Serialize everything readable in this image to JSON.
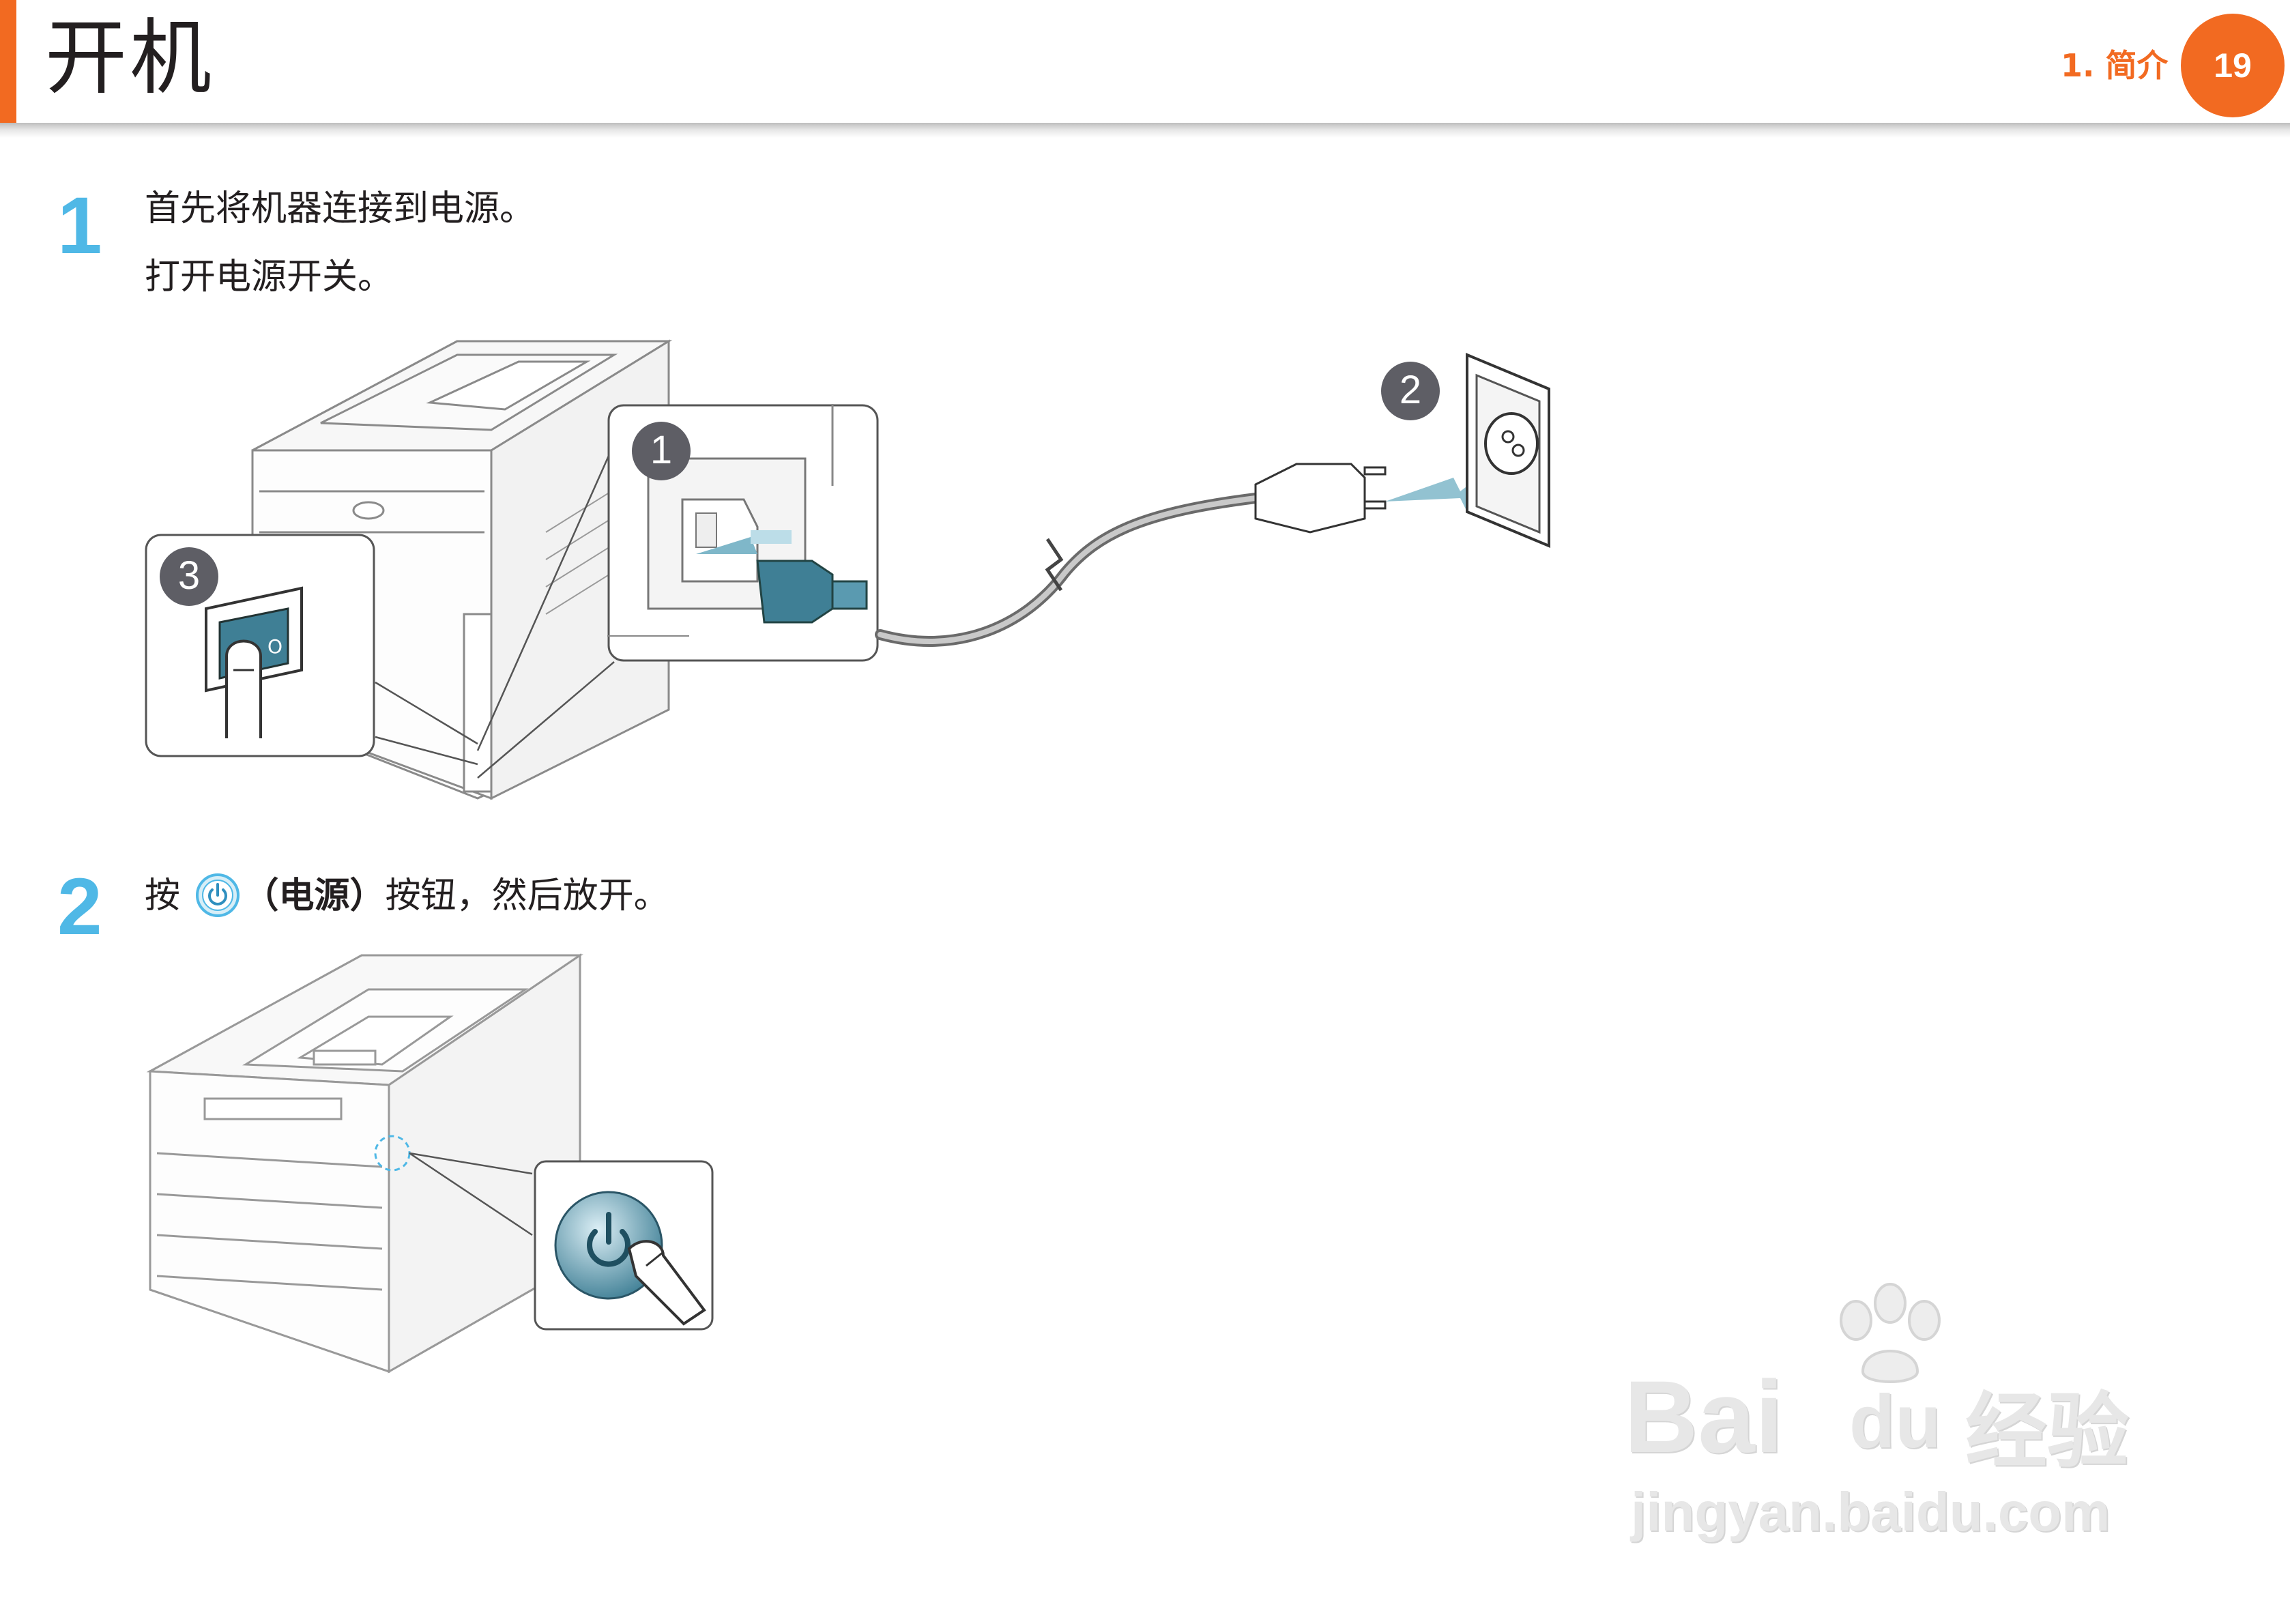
{
  "header": {
    "title": "开机",
    "chapter": "1. 简介",
    "page_number": "19",
    "accent_color": "#f26a21"
  },
  "steps": [
    {
      "number": "1",
      "lines": [
        "首先将机器连接到电源。",
        "打开电源开关。"
      ],
      "callouts": [
        "1",
        "2",
        "3"
      ],
      "switch_label": "O"
    },
    {
      "number": "2",
      "text_before": "按",
      "term": "（电源）",
      "text_after": "按钮，然后放开。",
      "icon": "power-icon"
    }
  ],
  "watermark": {
    "brand": "Bai",
    "brand2": "du",
    "suffix": "经验",
    "url": "jingyan.baidu.com"
  },
  "colors": {
    "step_number": "#4fb8e6",
    "callout": "#5e5e65",
    "illustration_teal": "#3f7f95"
  }
}
